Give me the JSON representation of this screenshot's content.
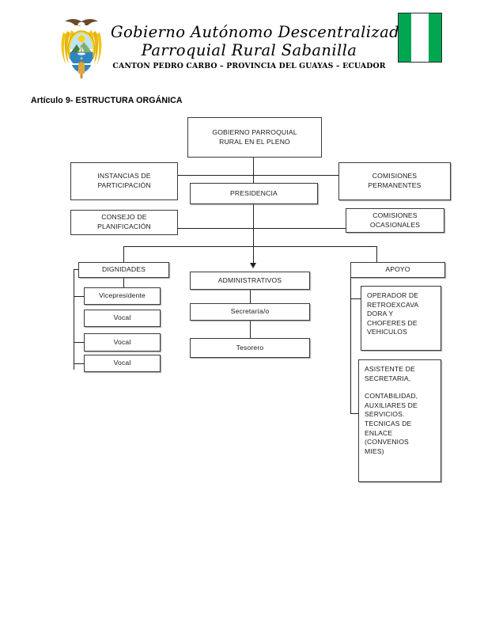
{
  "header": {
    "title_line1": "Gobierno Autónomo Descentralizado",
    "title_line2": "Parroquial Rural Sabanilla",
    "subtitle": "CANTON PEDRO CARBO – PROVINCIA DEL GUAYAS – ECUADOR",
    "coat_of_arms_alt": "Escudo del Ecuador",
    "flag_alt": "Bandera verde-blanco-verde",
    "flag_colors": {
      "green": "#00a650",
      "white": "#ffffff",
      "border": "#2b2b2b"
    }
  },
  "article": {
    "heading": "Artículo 9- ESTRUCTURA ORGÁNICA"
  },
  "chart_data": {
    "type": "diagram",
    "title": "Artículo 9- ESTRUCTURA ORGÁNICA",
    "nodes": [
      {
        "id": "pleno",
        "label": "GOBIERNO PARROQUIAL RURAL EN EL PLENO",
        "level": 0
      },
      {
        "id": "instancias",
        "label": "INSTANCIAS DE PARTICIPACIÓN",
        "level": 1
      },
      {
        "id": "comis_perm",
        "label": "COMISIONES PERMANENTES",
        "level": 1
      },
      {
        "id": "consejo",
        "label": "CONSEJO DE PLANIFICACIÓN",
        "level": 1
      },
      {
        "id": "comis_ocas",
        "label": "COMISIONES OCASIONALES",
        "level": 1
      },
      {
        "id": "presidencia",
        "label": "PRESIDENCIA",
        "level": 1
      },
      {
        "id": "dignidades",
        "label": "DIGNIDADES",
        "level": 2
      },
      {
        "id": "administrativos",
        "label": "ADMINISTRATIVOS",
        "level": 2
      },
      {
        "id": "apoyo",
        "label": "APOYO",
        "level": 2
      },
      {
        "id": "vicepresidente",
        "label": "Vicepresidente",
        "level": 3
      },
      {
        "id": "vocal1",
        "label": "Vocal",
        "level": 3
      },
      {
        "id": "vocal2",
        "label": "Vocal",
        "level": 3
      },
      {
        "id": "vocal3",
        "label": "Vocal",
        "level": 3
      },
      {
        "id": "secretaria",
        "label": "Secretaría/o",
        "level": 3
      },
      {
        "id": "tesorero",
        "label": "Tesorero",
        "level": 3
      },
      {
        "id": "operador",
        "label": "OPERADOR DE RETROEXCAVA DORA Y CHOFERES DE VEHICULOS",
        "level": 3
      },
      {
        "id": "asistente",
        "label": "ASISTENTE DE SECRETARIA,",
        "level": 3
      },
      {
        "id": "contabilidad",
        "label": "CONTABILIDAD, AUXILIARES DE SERVICIOS. TECNICAS DE ENLACE (CONVENIOS MIES)",
        "level": 3
      }
    ],
    "edges": [
      {
        "from": "pleno",
        "to": "presidencia"
      },
      {
        "from": "pleno",
        "to": "instancias"
      },
      {
        "from": "pleno",
        "to": "comis_perm"
      },
      {
        "from": "pleno",
        "to": "consejo"
      },
      {
        "from": "pleno",
        "to": "comis_ocas"
      },
      {
        "from": "presidencia",
        "to": "dignidades"
      },
      {
        "from": "presidencia",
        "to": "administrativos"
      },
      {
        "from": "presidencia",
        "to": "apoyo"
      },
      {
        "from": "dignidades",
        "to": "vicepresidente"
      },
      {
        "from": "dignidades",
        "to": "vocal1"
      },
      {
        "from": "dignidades",
        "to": "vocal2"
      },
      {
        "from": "dignidades",
        "to": "vocal3"
      },
      {
        "from": "administrativos",
        "to": "secretaria"
      },
      {
        "from": "secretaria",
        "to": "tesorero"
      },
      {
        "from": "apoyo",
        "to": "operador"
      },
      {
        "from": "apoyo",
        "to": "asistente"
      }
    ]
  },
  "boxes": {
    "pleno_l1": "GOBIERNO PARROQUIAL",
    "pleno_l2": "RURAL EN EL PLENO",
    "instancias_l1": "INSTANCIAS DE",
    "instancias_l2": "PARTICIPACIÓN",
    "comis_perm_l1": "COMISIONES",
    "comis_perm_l2": "PERMANENTES",
    "consejo_l1": "CONSEJO DE",
    "consejo_l2": "PLANIFICACIÓN",
    "comis_ocas_l1": "COMISIONES",
    "comis_ocas_l2": "OCASIONALES",
    "presidencia": "PRESIDENCIA",
    "dignidades": "DIGNIDADES",
    "administrativos": "ADMINISTRATIVOS",
    "apoyo": "APOYO",
    "vicepresidente": "Vicepresidente",
    "vocal1": "Vocal",
    "vocal2": "Vocal",
    "vocal3": "Vocal",
    "secretaria": "Secretaría/o",
    "tesorero": "Tesorero",
    "operador_l1": "OPERADOR DE",
    "operador_l2": "RETROEXCAVA",
    "operador_l3": "DORA Y",
    "operador_l4": "CHOFERES DE",
    "operador_l5": "VEHICULOS",
    "asistente_l1": "ASISTENTE DE",
    "asistente_l2": "SECRETARIA,",
    "asistente_l3": "CONTABILIDAD,",
    "asistente_l4": "AUXILIARES DE",
    "asistente_l5": "SERVICIOS.",
    "asistente_l6": "TECNICAS DE",
    "asistente_l7": "ENLACE",
    "asistente_l8": "(CONVENIOS",
    "asistente_l9": "MIES)"
  }
}
